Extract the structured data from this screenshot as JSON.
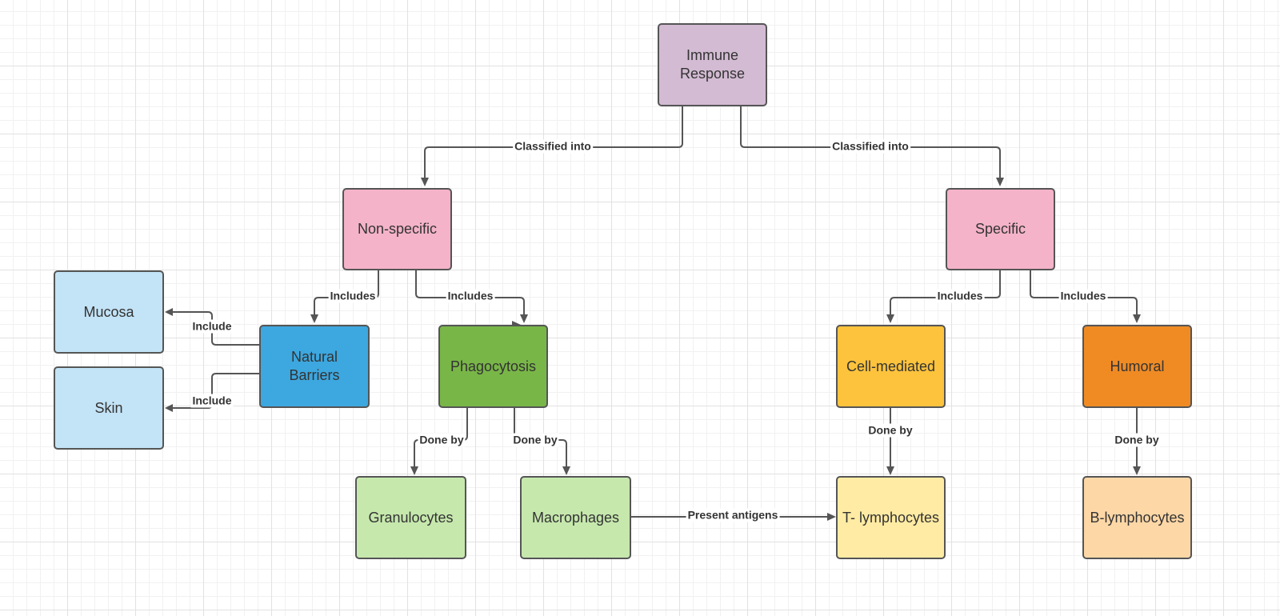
{
  "colors": {
    "immune_response": "#D3BBD3",
    "non_specific": "#F4B3C8",
    "specific": "#F4B3C8",
    "mucosa": "#C3E3F6",
    "skin": "#C3E3F6",
    "natural_barriers": "#3DA7DF",
    "phagocytosis": "#79B648",
    "granulocytes": "#C6E8AD",
    "macrophages": "#C6E8AD",
    "cell_mediated": "#FDC33C",
    "t_lymphocytes": "#FFEBA3",
    "humoral": "#F08B24",
    "b_lymphocytes": "#FED7A6",
    "connector": "#555555",
    "node_border": "#555555"
  },
  "nodes": {
    "immune_response": "Immune\nResponse",
    "non_specific": "Non-specific",
    "specific": "Specific",
    "mucosa": "Mucosa",
    "skin": "Skin",
    "natural_barriers": "Natural\nBarriers",
    "phagocytosis": "Phagocytosis",
    "granulocytes": "Granulocytes",
    "macrophages": "Macrophages",
    "cell_mediated": "Cell-mediated",
    "t_lymphocytes": "T- lymphocytes",
    "humoral": "Humoral",
    "b_lymphocytes": "B-lymphocytes"
  },
  "edges": {
    "immune_to_nonspecific": "Classified into",
    "immune_to_specific": "Classified into",
    "nonspecific_to_natural_barriers": "Includes",
    "nonspecific_to_phagocytosis": "Includes",
    "specific_to_cell_mediated": "Includes",
    "specific_to_humoral": "Includes",
    "natural_barriers_to_mucosa": "Include",
    "natural_barriers_to_skin": "Include",
    "phagocytosis_to_granulocytes": "Done by",
    "phagocytosis_to_macrophages": "Done by",
    "cell_mediated_to_t_lymphocytes": "Done by",
    "humoral_to_b_lymphocytes": "Done by",
    "macrophages_to_t_lymphocytes": "Present antigens"
  }
}
